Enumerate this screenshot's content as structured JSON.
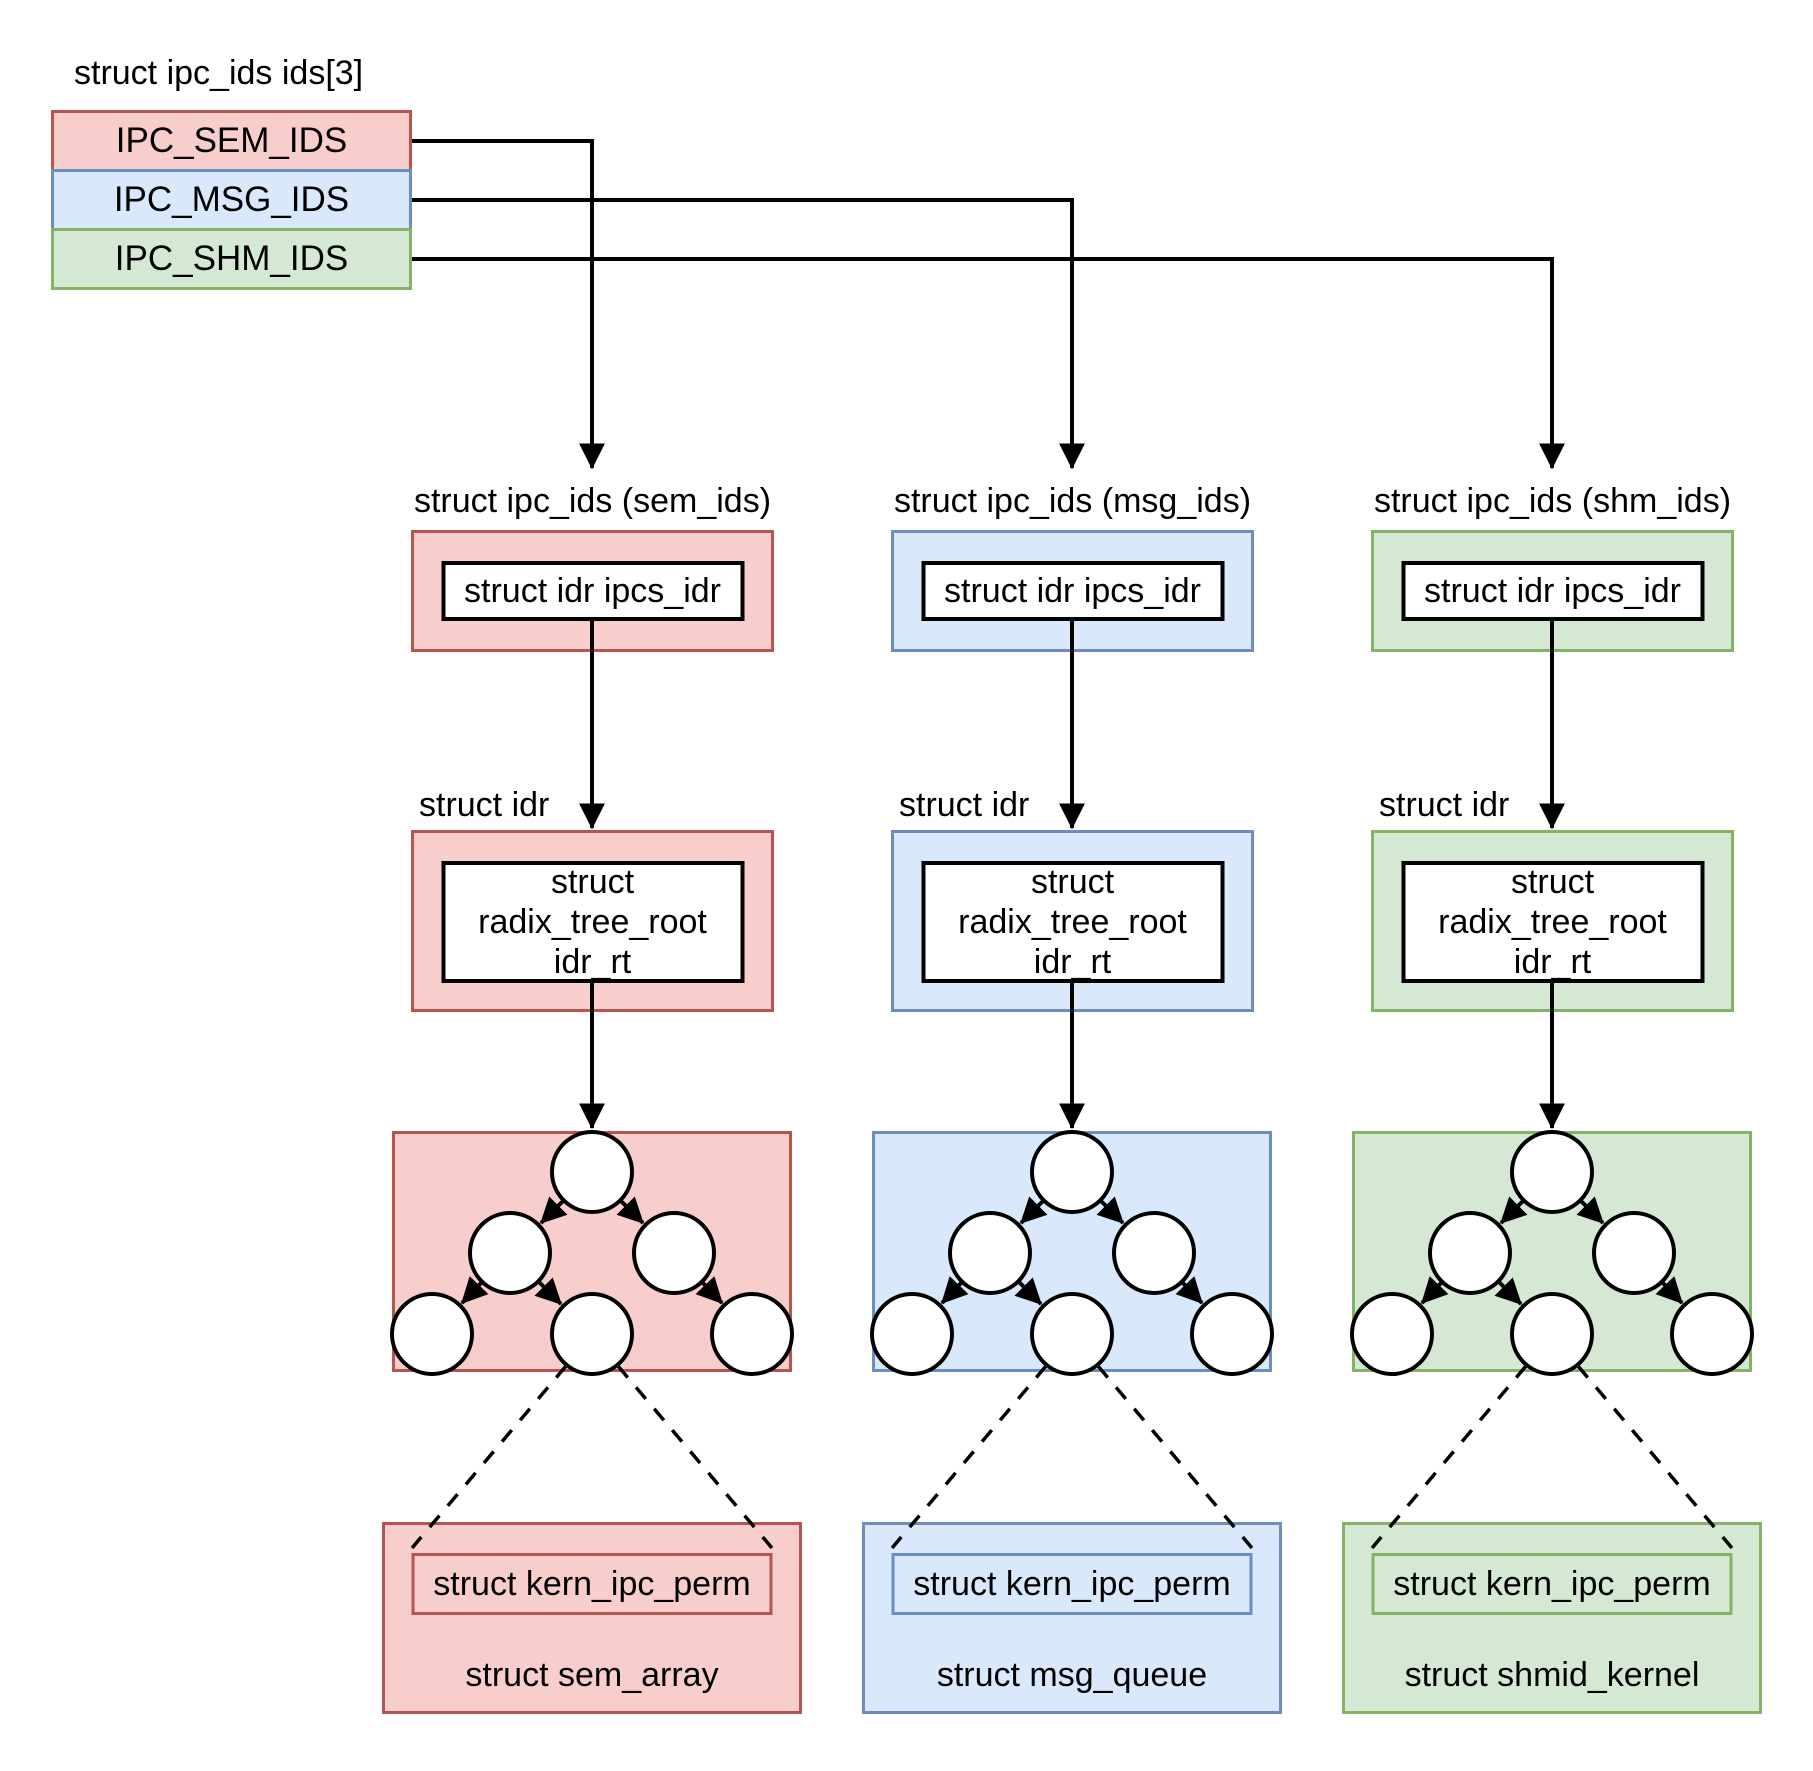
{
  "title": "struct ipc_ids ids[3]",
  "ids_array": {
    "rows": [
      {
        "label": "IPC_SEM_IDS",
        "color": "red"
      },
      {
        "label": "IPC_MSG_IDS",
        "color": "blue"
      },
      {
        "label": "IPC_SHM_IDS",
        "color": "green"
      }
    ]
  },
  "colors": {
    "red": {
      "fill": "#f8cecc",
      "stroke": "#b85450"
    },
    "blue": {
      "fill": "#dae8fc",
      "stroke": "#6c8ebf"
    },
    "green": {
      "fill": "#d5e8d4",
      "stroke": "#82b366"
    }
  },
  "columns": [
    {
      "header_label": "struct ipc_ids (sem_ids)",
      "idr_field": "struct idr ipcs_idr",
      "idr_label": "struct idr",
      "radix_lines": [
        "struct",
        "radix_tree_root",
        "idr_rt"
      ],
      "perm_label": "struct kern_ipc_perm",
      "object_label": "struct sem_array",
      "color": "red"
    },
    {
      "header_label": "struct ipc_ids (msg_ids)",
      "idr_field": "struct idr ipcs_idr",
      "idr_label": "struct idr",
      "radix_lines": [
        "struct",
        "radix_tree_root",
        "idr_rt"
      ],
      "perm_label": "struct kern_ipc_perm",
      "object_label": "struct msg_queue",
      "color": "blue"
    },
    {
      "header_label": "struct ipc_ids (shm_ids)",
      "idr_field": "struct idr ipcs_idr",
      "idr_label": "struct idr",
      "radix_lines": [
        "struct",
        "radix_tree_root",
        "idr_rt"
      ],
      "perm_label": "struct kern_ipc_perm",
      "object_label": "struct shmid_kernel",
      "color": "green"
    }
  ]
}
